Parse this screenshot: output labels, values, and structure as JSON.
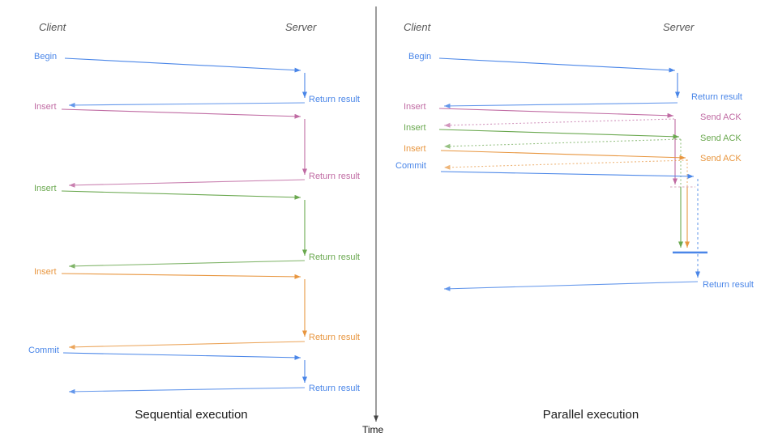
{
  "colors": {
    "blue": "#4a86e8",
    "blue_light": "#6d9eeb",
    "pink": "#c06ba3",
    "pink_light": "#d5a6bd",
    "green": "#6aa84f",
    "orange": "#e8963f",
    "axis_gray": "#555555"
  },
  "timeline": {
    "label": "Time"
  },
  "sequential": {
    "caption": "Sequential execution",
    "client_header": "Client",
    "server_header": "Server",
    "steps": [
      {
        "label": "Begin",
        "return_label": "Return result",
        "color": "blue"
      },
      {
        "label": "Insert",
        "return_label": "Return result",
        "color": "pink"
      },
      {
        "label": "Insert",
        "return_label": "Return result",
        "color": "green"
      },
      {
        "label": "Insert",
        "return_label": "Return result",
        "color": "orange"
      },
      {
        "label": "Commit",
        "return_label": "Return result",
        "color": "blue"
      }
    ]
  },
  "parallel": {
    "caption": "Parallel execution",
    "client_header": "Client",
    "server_header": "Server",
    "begin": {
      "label": "Begin",
      "return_label": "Return result",
      "color": "blue"
    },
    "steps": [
      {
        "label": "Insert",
        "ack_label": "Send ACK",
        "color": "pink"
      },
      {
        "label": "Insert",
        "ack_label": "Send ACK",
        "color": "green"
      },
      {
        "label": "Insert",
        "ack_label": "Send ACK",
        "color": "orange"
      }
    ],
    "commit": {
      "label": "Commit",
      "return_label": "Return result",
      "color": "blue"
    }
  }
}
